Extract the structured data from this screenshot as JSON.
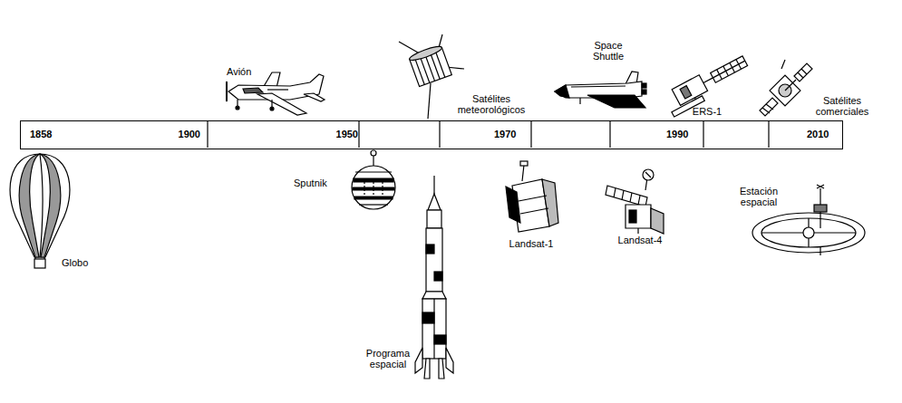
{
  "diagram": {
    "nodes": [
      {
        "text": [
          "1858",
          "1900",
          "1950",
          "1970",
          "1990",
          "2010"
        ]
      }
    ],
    "labels": [
      "Globo",
      "Avión",
      "Sputnik",
      "Programa espacial",
      "Satélites meteorológicos",
      "Landsat-1",
      "Space Shuttle",
      "Landsat-4",
      "ERS-1",
      "Estación espacial",
      "Satélites comerciales"
    ]
  }
}
